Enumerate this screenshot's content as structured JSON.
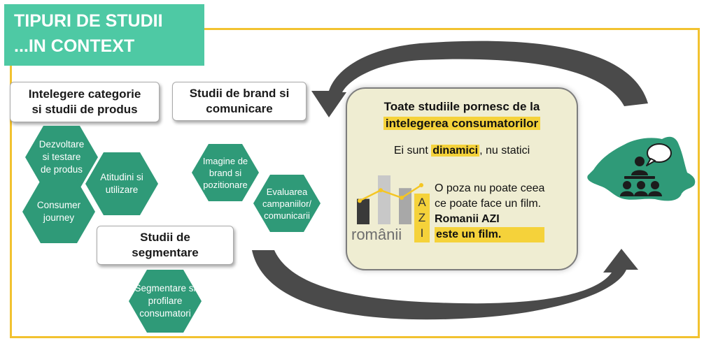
{
  "title": {
    "line1": "TIPURI DE STUDII",
    "line2": "...IN CONTEXT"
  },
  "groups": {
    "categorie": {
      "line1": "Intelegere categorie",
      "line2": "si studii de produs"
    },
    "brand": {
      "line1": "Studii de brand si",
      "line2": "comunicare"
    },
    "segmentare": {
      "line1": "Studii de",
      "line2": "segmentare"
    }
  },
  "hexagons": {
    "dezvoltare": {
      "line1": "Dezvoltare",
      "line2": "si testare",
      "line3": "de produs"
    },
    "atitudini": {
      "line1": "Atitudini si",
      "line2": "utilizare"
    },
    "journey": {
      "line1": "Consumer",
      "line2": "journey"
    },
    "imagine": {
      "line1": "Imagine de",
      "line2": "brand si",
      "line3": "pozitionare"
    },
    "evaluarea": {
      "line1": "Evaluarea",
      "line2": "campaniilor/",
      "line3": "comunicarii"
    },
    "segmentare_profilare": {
      "line1": "Segmentare si",
      "line2": "profilare",
      "line3": "consumatori"
    }
  },
  "center": {
    "heading_line1": "Toate studiile pornesc de la",
    "heading_highlight": "intelegerea consumatorilor",
    "dinamici_prefix": "Ei sunt ",
    "dinamici_word": "dinamici",
    "dinamici_suffix": ", nu statici",
    "film_line1": "O poza nu poate ceea",
    "film_line2": "ce poate face un film.",
    "film_line3": "Romanii AZI",
    "film_line4": "este un film."
  },
  "logo": {
    "word": "românii",
    "letters": [
      "A",
      "Z",
      "I"
    ],
    "bars": [
      0.52,
      1.0,
      0.74
    ],
    "line_points": [
      0.38,
      0.8,
      0.5,
      1.0
    ]
  },
  "colors": {
    "title_bg": "#4ec9a4",
    "hexagon": "#2f9a78",
    "frame": "#f2c230",
    "highlight": "#f5d23a",
    "map": "#2f9a78",
    "arrow": "#4a4a4a",
    "center_bg": "#efedd2"
  },
  "icons": [
    "romania-map-icon",
    "audience-icon",
    "speech-bubble-icon",
    "cycle-arrow-icon"
  ]
}
